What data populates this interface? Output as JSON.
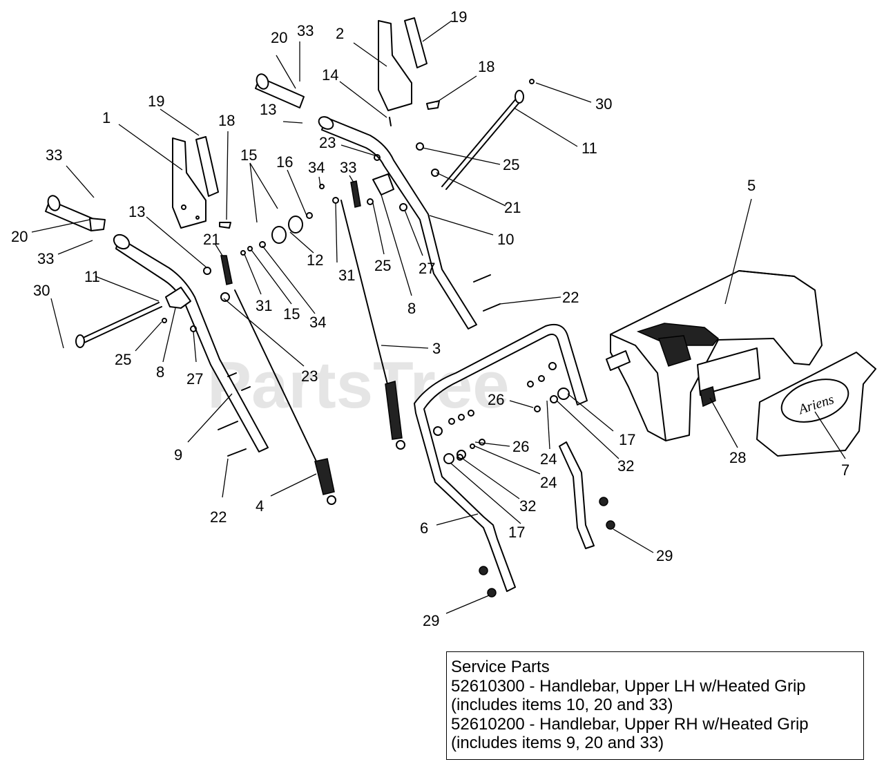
{
  "watermark": "PartsTree",
  "service_parts": {
    "title": "Service Parts",
    "lines": [
      "52610300 - Handlebar, Upper LH w/Heated Grip",
      "(includes items 10, 20 and 33)",
      "52610200 - Handlebar, Upper RH w/Heated Grip",
      "(includes items 9, 20 and 33)"
    ]
  },
  "brand_logo_text": "Ariens",
  "callouts": [
    "20",
    "33",
    "2",
    "19",
    "14",
    "18",
    "30",
    "11",
    "19",
    "18",
    "1",
    "33",
    "13",
    "25",
    "23",
    "21",
    "15",
    "16",
    "34",
    "33",
    "20",
    "13",
    "12",
    "21",
    "27",
    "31",
    "10",
    "5",
    "25",
    "33",
    "11",
    "31",
    "15",
    "34",
    "8",
    "22",
    "30",
    "25",
    "8",
    "27",
    "23",
    "3",
    "9",
    "22",
    "4",
    "26",
    "17",
    "24",
    "26",
    "32",
    "28",
    "7",
    "24",
    "32",
    "6",
    "17",
    "29",
    "29"
  ]
}
